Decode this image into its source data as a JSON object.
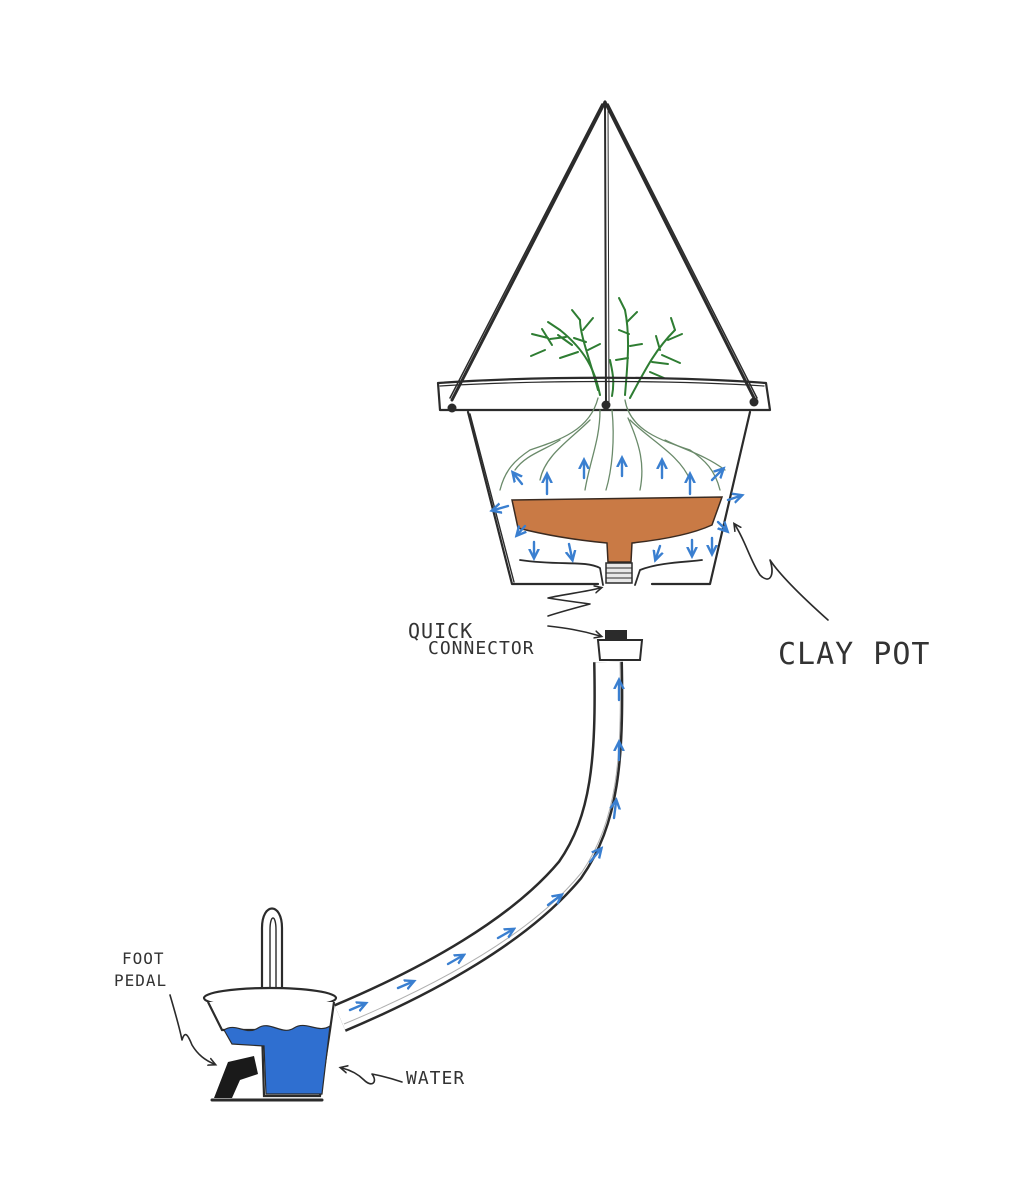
{
  "labels": {
    "quick_connector_line1": "QUICK",
    "quick_connector_line2": "CONNECTOR",
    "clay_pot": "CLAY POT",
    "foot_pedal_line1": "FOOT",
    "foot_pedal_line2": "PEDAL",
    "water": "WATER"
  },
  "colors": {
    "pencil": "#2b2b2b",
    "water_fill": "#2f6fd0",
    "flow_arrow": "#3a7fd0",
    "clay": "#c97a45",
    "plant": "#2e7d32"
  }
}
